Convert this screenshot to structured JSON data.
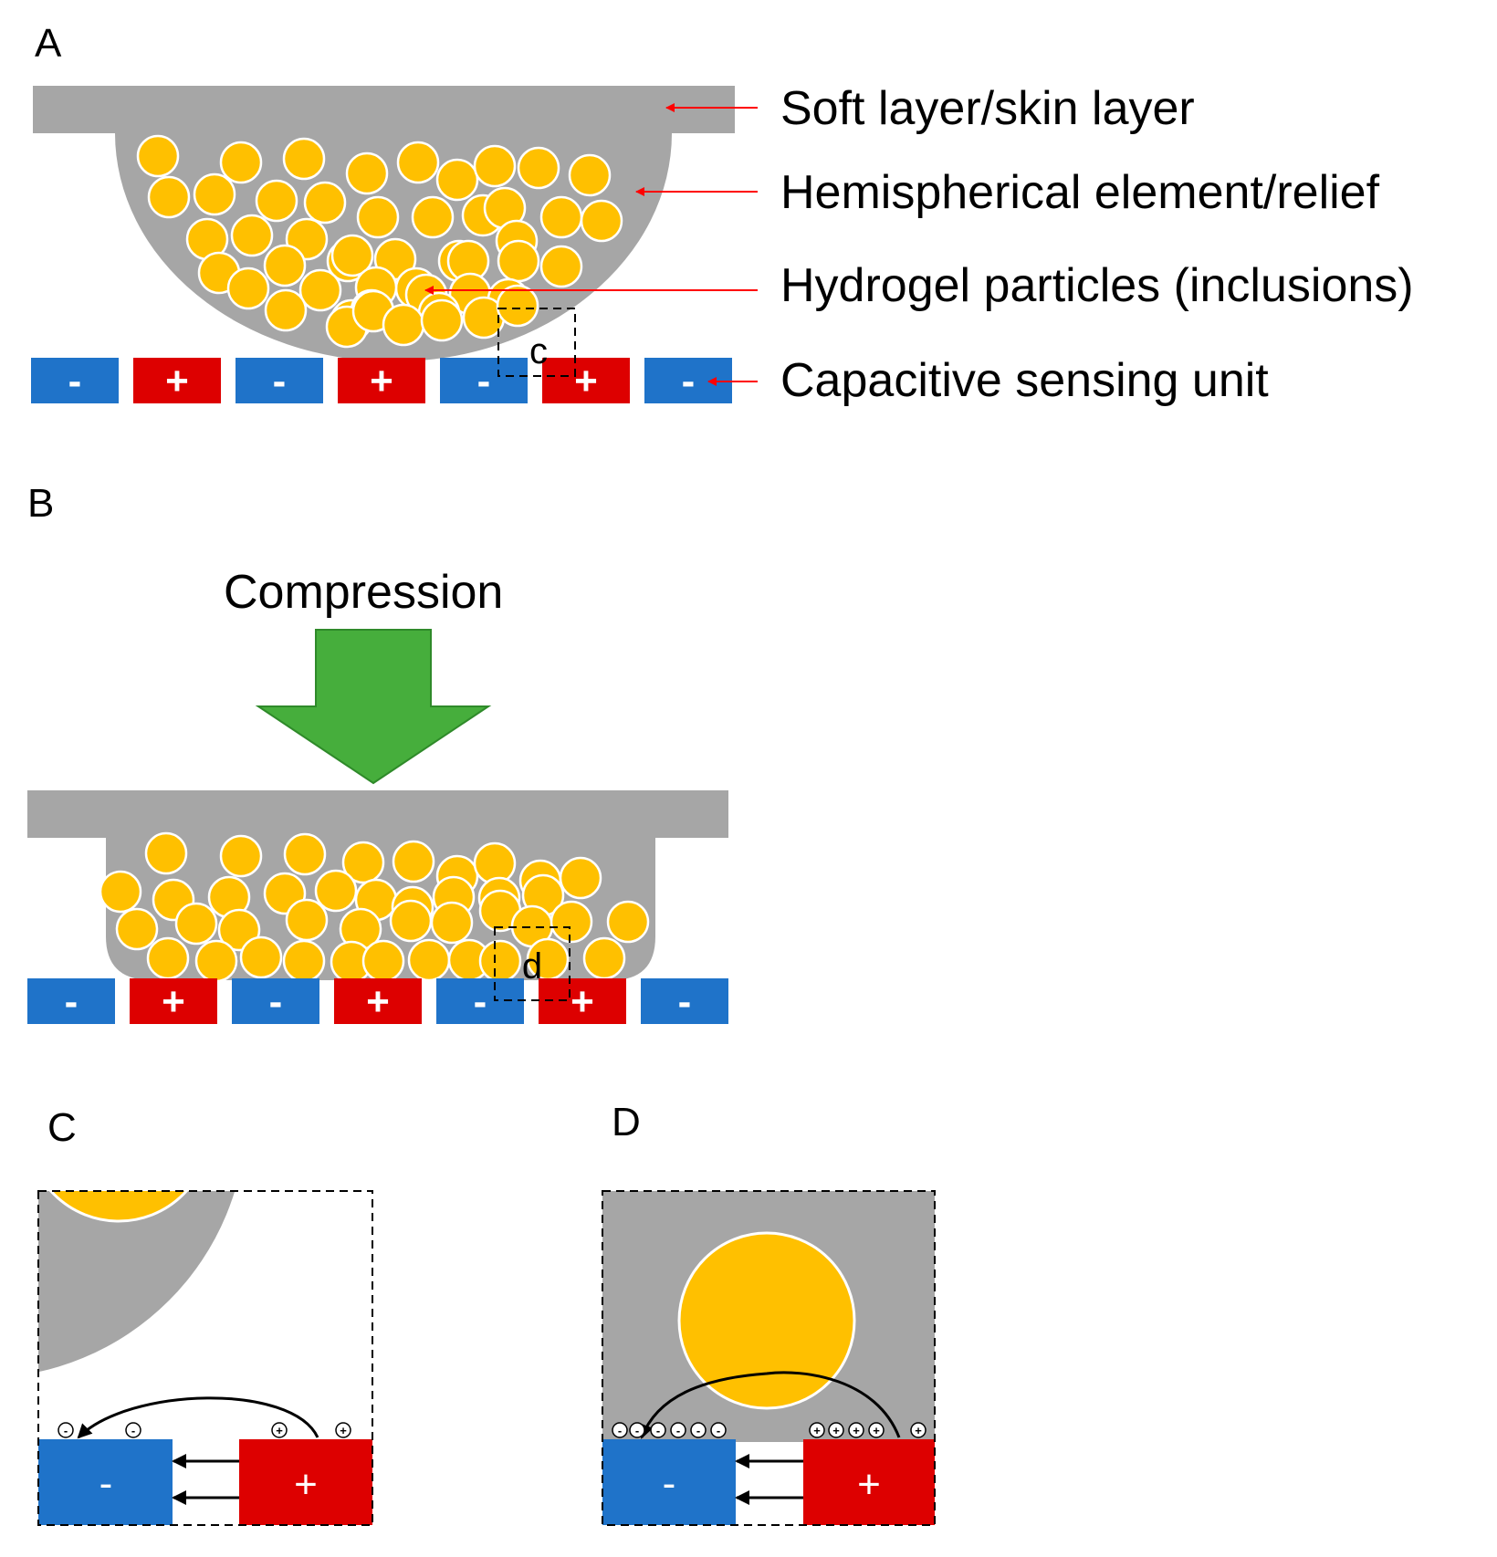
{
  "panels": {
    "a": "A",
    "b": "B",
    "c": "C",
    "d": "D"
  },
  "labels": {
    "soft_layer": "Soft layer/skin layer",
    "hemisphere": "Hemispherical element/relief",
    "particles": "Hydrogel particles (inclusions)",
    "sensing_unit": "Capacitive sensing unit"
  },
  "compression": "Compression",
  "zoom_boxes": {
    "c": "c",
    "d": "d"
  },
  "electrode_signs": [
    "-",
    "+",
    "-",
    "+",
    "-",
    "+",
    "-"
  ],
  "charge": {
    "negative": "-",
    "positive": "+"
  },
  "colors": {
    "skin": "#a6a6a6",
    "particle": "#ffc000",
    "negative_electrode": "#1f73c9",
    "positive_electrode": "#dd0000",
    "arrow_green": "#46ae3c",
    "annotation_arrow": "#ff0000"
  }
}
